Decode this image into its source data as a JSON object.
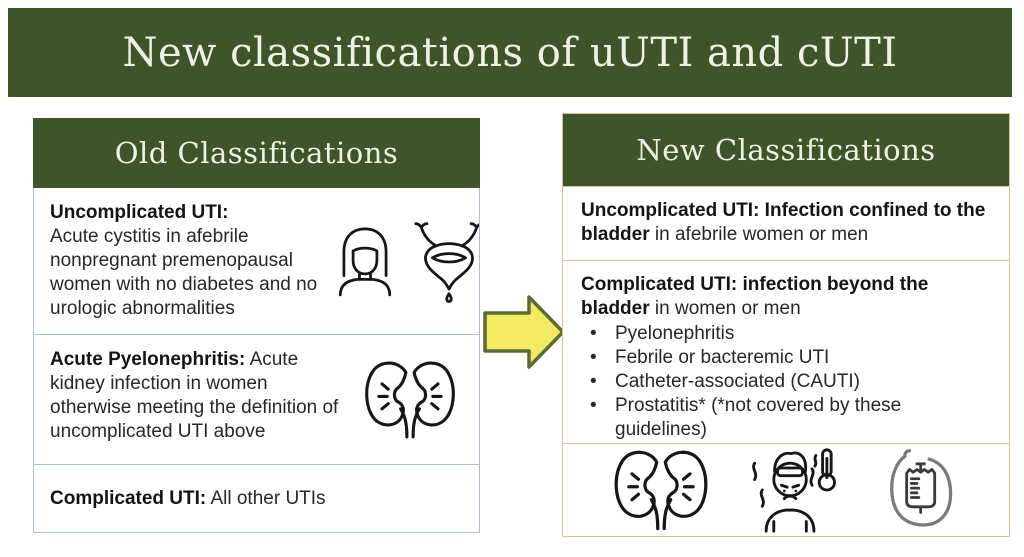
{
  "slide_title": "New classifications of uUTI and cUTI",
  "colors": {
    "header_green": "#3e5429",
    "header_text": "#eef2e2",
    "old_panel_border": "#a7bdd8",
    "new_panel_border": "#ddc094",
    "arrow_fill": "#f3ea62",
    "arrow_outline": "#5a6b33"
  },
  "old_panel": {
    "header": "Old Classifications",
    "rows": [
      {
        "heading": "Uncomplicated UTI:",
        "body": "Acute cystitis in afebrile nonpregnant premenopausal women with no diabetes and no urologic abnormalities",
        "icons": [
          "woman-icon",
          "bladder-icon"
        ]
      },
      {
        "heading": "Acute Pyelonephritis:",
        "body": "Acute kidney infection in women otherwise meeting the definition of uncomplicated UTI above",
        "icons": [
          "kidneys-icon"
        ]
      },
      {
        "heading": "Complicated UTI:",
        "body": "All other UTIs",
        "icons": []
      }
    ]
  },
  "arrow": {
    "direction": "right"
  },
  "new_panel": {
    "header": "New Classifications",
    "rows": [
      {
        "heading": "Uncomplicated UTI: Infection confined to the bladder",
        "body": "in afebrile women or men"
      },
      {
        "heading": "Complicated UTI: infection beyond the bladder",
        "body": "in women or men",
        "bullets": [
          "Pyelonephritis",
          "Febrile or bacteremic UTI",
          "Catheter-associated (CAUTI)",
          "Prostatitis* (*not covered by these guidelines)"
        ]
      }
    ],
    "icons": [
      "kidneys-icon",
      "fever-person-icon",
      "catheter-bag-icon"
    ],
    "bullet_char": "•"
  }
}
